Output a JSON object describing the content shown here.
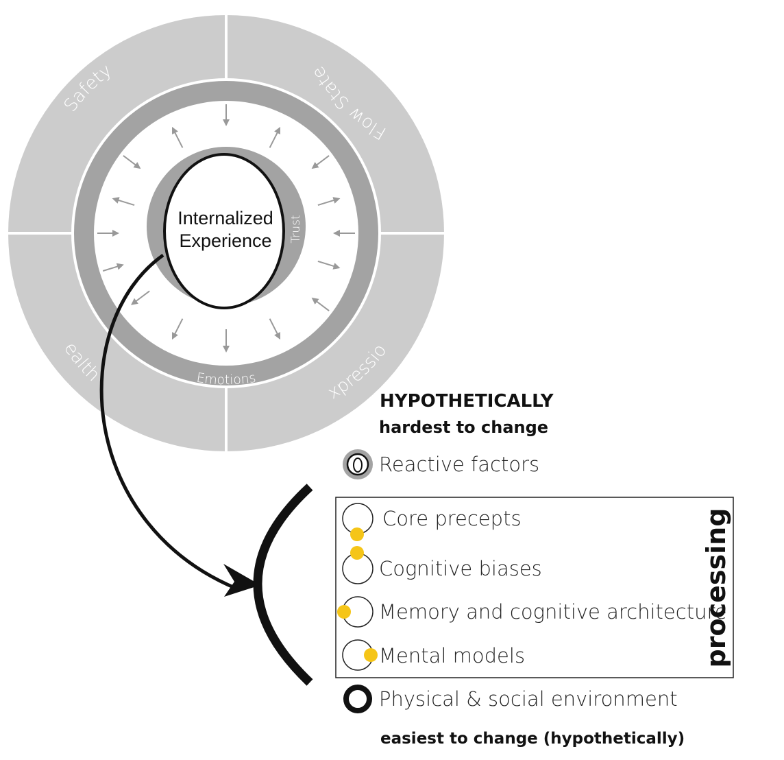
{
  "diagram": {
    "center_label_lines": [
      "Internalized",
      "Experience"
    ],
    "trust_label": "Trust",
    "emotions_label": "Emotions",
    "sectors": [
      {
        "label": "Safety"
      },
      {
        "label": "Flow State"
      },
      {
        "label": "Expression"
      },
      {
        "label": "Health"
      }
    ]
  },
  "legend": {
    "heading_top": "HYPOTHETICALLY",
    "subheading_top": "hardest to change",
    "reactive_factors": "Reactive factors",
    "processing_items": [
      {
        "label": "Core precepts"
      },
      {
        "label": "Cognitive biases"
      },
      {
        "label": "Memory and cognitive architecture"
      },
      {
        "label": "Mental models"
      }
    ],
    "processing_label": "processing",
    "physical_social": "Physical & social environment",
    "footer": "easiest to change (hypothetically)"
  },
  "colors": {
    "outer_ring": "#cccccc",
    "mid_ring": "#a3a3a3",
    "arrows": "#999999",
    "accent": "#f5c518",
    "ink": "#111111"
  }
}
